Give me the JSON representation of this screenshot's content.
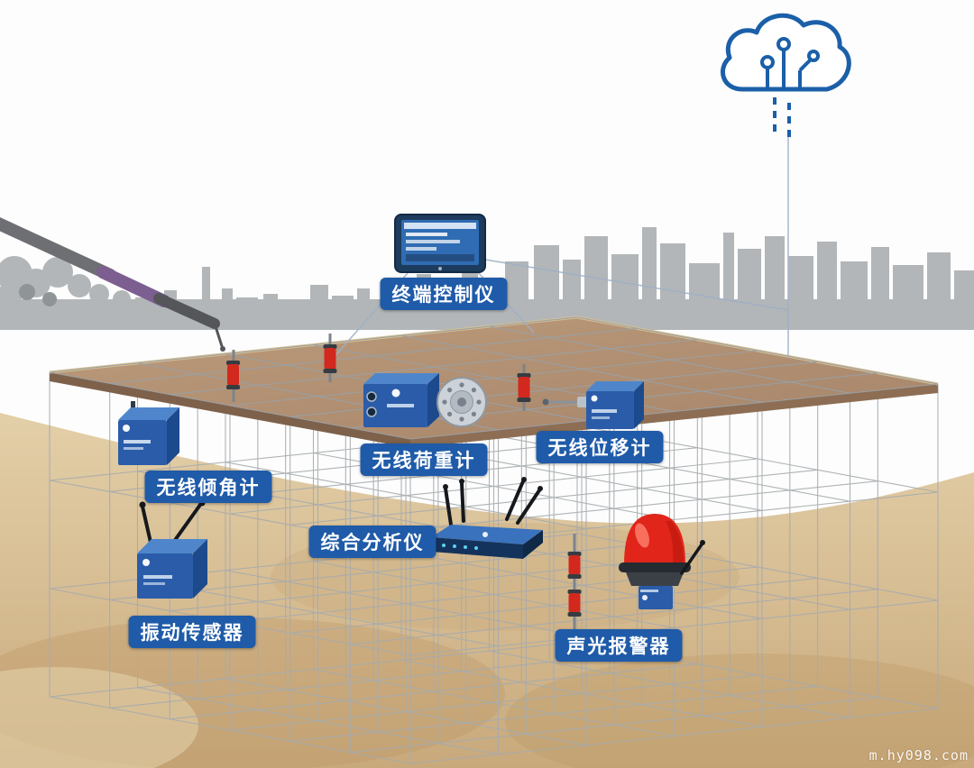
{
  "labels": {
    "terminal": "终端控制仪",
    "inclinometer": "无线倾角计",
    "load_cell": "无线荷重计",
    "displacement": "无线位移计",
    "analyzer": "综合分析仪",
    "vibration": "振动传感器",
    "alarm": "声光报警器"
  },
  "watermark": "m.hy098.com",
  "icons": {
    "cloud": "cloud-iot-icon"
  },
  "colors": {
    "label_bg": "#1f5ba8",
    "cloud_stroke": "#1b5fa8",
    "device_blue": "#2a5ca9",
    "device_blue_light": "#4f86cb",
    "device_blue_dark": "#1d4a8d",
    "alarm_red": "#e1251b",
    "sensor_red": "#d2281e",
    "deck_brown": "#b08e6e",
    "ground_sand": "#d7bd93",
    "skyline_gray": "#b2b6b8",
    "grid_gray": "#a6abae"
  }
}
